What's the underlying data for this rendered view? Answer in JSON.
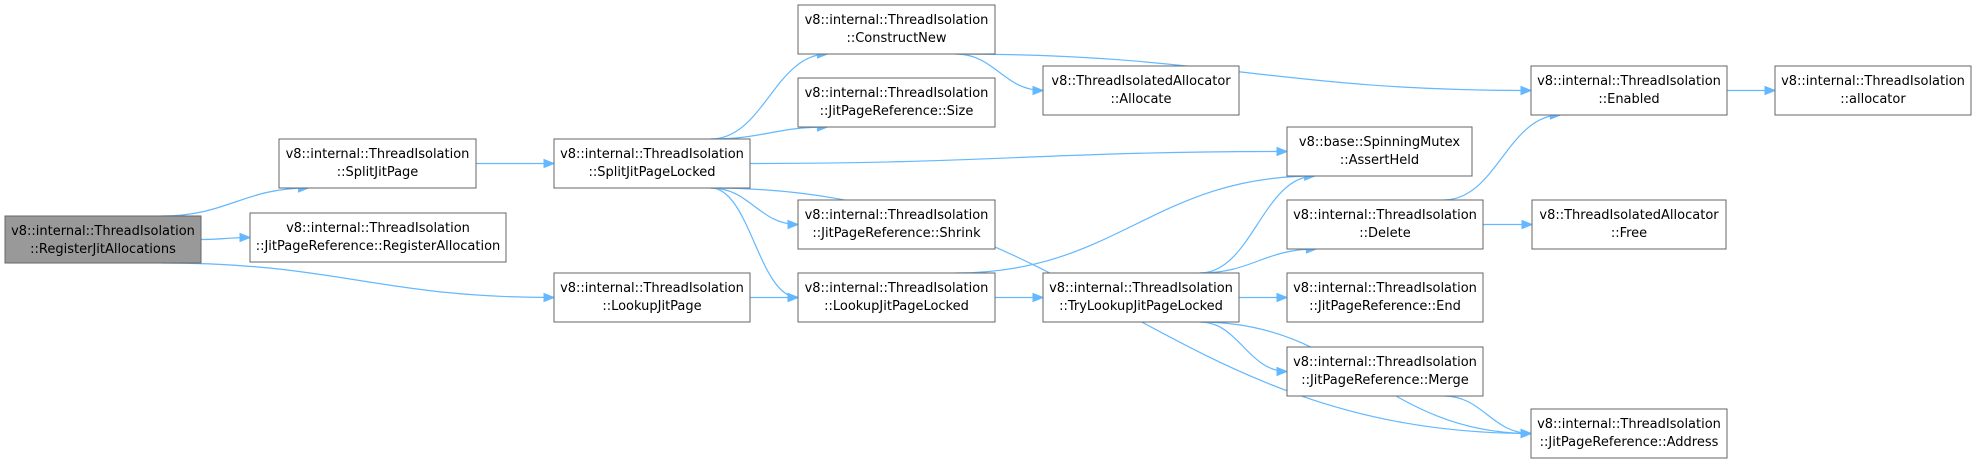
{
  "graph": {
    "colors": {
      "edge": "#63b8ff",
      "node_border": "#666666",
      "root_fill": "#999999",
      "node_fill": "#ffffff"
    },
    "nodes": [
      {
        "id": "register",
        "lines": [
          "v8::internal::ThreadIsolation",
          "::RegisterJitAllocations"
        ],
        "root": true
      },
      {
        "id": "splitjit",
        "lines": [
          "v8::internal::ThreadIsolation",
          "::SplitJitPage"
        ]
      },
      {
        "id": "regalloc",
        "lines": [
          "v8::internal::ThreadIsolation",
          "::JitPageReference::RegisterAllocation"
        ]
      },
      {
        "id": "lookupjit",
        "lines": [
          "v8::internal::ThreadIsolation",
          "::LookupJitPage"
        ]
      },
      {
        "id": "splitlocked",
        "lines": [
          "v8::internal::ThreadIsolation",
          "::SplitJitPageLocked"
        ]
      },
      {
        "id": "constructnew",
        "lines": [
          "v8::internal::ThreadIsolation",
          "::ConstructNew"
        ]
      },
      {
        "id": "size",
        "lines": [
          "v8::internal::ThreadIsolation",
          "::JitPageReference::Size"
        ]
      },
      {
        "id": "shrink",
        "lines": [
          "v8::internal::ThreadIsolation",
          "::JitPageReference::Shrink"
        ]
      },
      {
        "id": "lookuplocked",
        "lines": [
          "v8::internal::ThreadIsolation",
          "::LookupJitPageLocked"
        ]
      },
      {
        "id": "allocate",
        "lines": [
          "v8::ThreadIsolatedAllocator",
          "::Allocate"
        ]
      },
      {
        "id": "trylookup",
        "lines": [
          "v8::internal::ThreadIsolation",
          "::TryLookupJitPageLocked"
        ]
      },
      {
        "id": "assertheld",
        "lines": [
          "v8::base::SpinningMutex",
          "::AssertHeld"
        ]
      },
      {
        "id": "delete",
        "lines": [
          "v8::internal::ThreadIsolation",
          "::Delete"
        ]
      },
      {
        "id": "end",
        "lines": [
          "v8::internal::ThreadIsolation",
          "::JitPageReference::End"
        ]
      },
      {
        "id": "merge",
        "lines": [
          "v8::internal::ThreadIsolation",
          "::JitPageReference::Merge"
        ]
      },
      {
        "id": "enabled",
        "lines": [
          "v8::internal::ThreadIsolation",
          "::Enabled"
        ]
      },
      {
        "id": "free",
        "lines": [
          "v8::ThreadIsolatedAllocator",
          "::Free"
        ]
      },
      {
        "id": "address",
        "lines": [
          "v8::internal::ThreadIsolation",
          "::JitPageReference::Address"
        ]
      },
      {
        "id": "allocator",
        "lines": [
          "v8::internal::ThreadIsolation",
          "::allocator"
        ]
      }
    ],
    "edges": [
      {
        "from": "register",
        "to": "splitjit"
      },
      {
        "from": "register",
        "to": "regalloc"
      },
      {
        "from": "register",
        "to": "lookupjit"
      },
      {
        "from": "splitjit",
        "to": "splitlocked"
      },
      {
        "from": "lookupjit",
        "to": "lookuplocked"
      },
      {
        "from": "splitlocked",
        "to": "constructnew"
      },
      {
        "from": "splitlocked",
        "to": "size"
      },
      {
        "from": "splitlocked",
        "to": "assertheld"
      },
      {
        "from": "splitlocked",
        "to": "shrink"
      },
      {
        "from": "splitlocked",
        "to": "lookuplocked"
      },
      {
        "from": "splitlocked",
        "to": "address"
      },
      {
        "from": "constructnew",
        "to": "allocate"
      },
      {
        "from": "constructnew",
        "to": "enabled"
      },
      {
        "from": "lookuplocked",
        "to": "assertheld"
      },
      {
        "from": "lookuplocked",
        "to": "trylookup"
      },
      {
        "from": "trylookup",
        "to": "assertheld"
      },
      {
        "from": "trylookup",
        "to": "delete"
      },
      {
        "from": "trylookup",
        "to": "end"
      },
      {
        "from": "trylookup",
        "to": "merge"
      },
      {
        "from": "trylookup",
        "to": "address"
      },
      {
        "from": "delete",
        "to": "enabled"
      },
      {
        "from": "delete",
        "to": "free"
      },
      {
        "from": "merge",
        "to": "address"
      },
      {
        "from": "enabled",
        "to": "allocator"
      }
    ]
  }
}
